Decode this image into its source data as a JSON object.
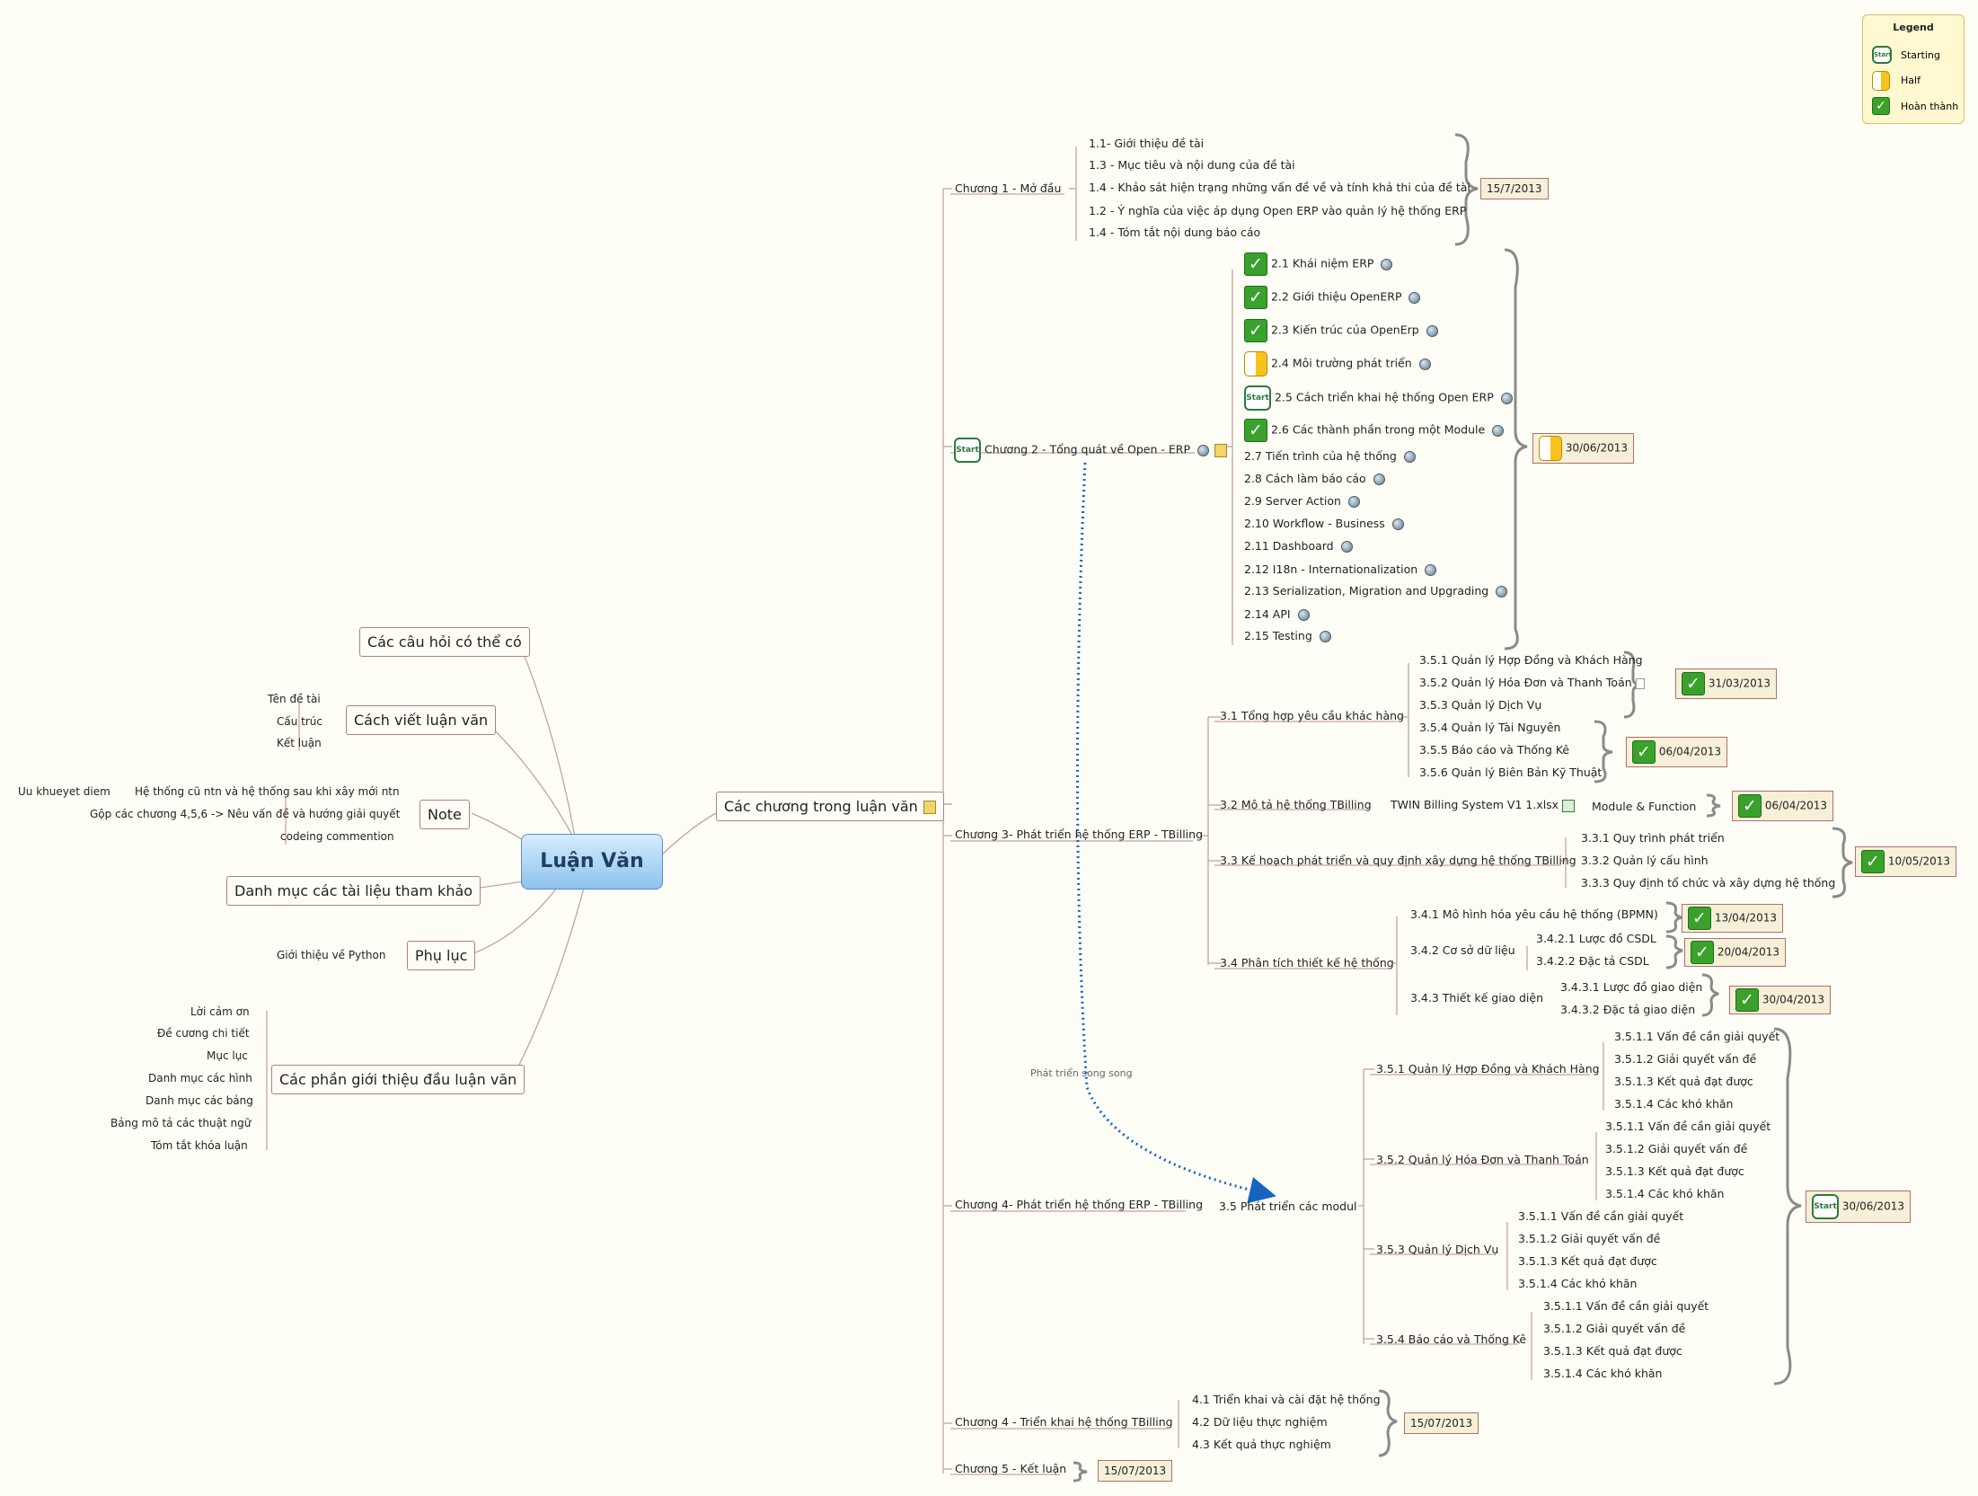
{
  "root": "Luận Văn",
  "left": {
    "questions": "Các câu hỏi có thể có",
    "howto": {
      "label": "Cách viết luận văn",
      "children": [
        "Tên đề tài",
        "Cấu trúc",
        "Kết luận"
      ]
    },
    "note": {
      "label": "Note",
      "children": [
        "Hệ thống cũ ntn và hệ thống sau khi xây mới ntn",
        "Gộp các chương 4,5,6 -> Nêu vấn đề và hướng giải quyết",
        "codeing commention"
      ],
      "sub": "Uu khueyet diem"
    },
    "refs": "Danh mục các tài liệu tham khảo",
    "appendix": {
      "label": "Phụ lục",
      "children": [
        "Giới thiệu về Python"
      ]
    },
    "intro": {
      "label": "Các phần giới thiệu đầu luận văn",
      "children": [
        "Lời cảm ơn",
        "Đề cương chi tiết",
        "Mục lục",
        "Danh mục các hình",
        "Danh mục các bảng",
        "Bảng mô tả các thuật ngữ",
        "Tóm tắt khóa luận"
      ]
    }
  },
  "main": "Các chương trong luận văn",
  "ch1": {
    "label": "Chương 1 - Mở đầu",
    "items": [
      "1.1- Giới thiệu đề tài",
      "1.3 - Mục tiêu và nội dung của đề tài",
      "1.4 - Khảo sát hiện trạng những vấn đề về và tính khả thi của đề tài",
      "1.2  - Ý nghĩa của việc áp dụng Open ERP vào quản lý hệ thống ERP",
      "1.4 - Tóm tắt nội dung báo cáo"
    ],
    "date": "15/7/2013"
  },
  "ch2": {
    "label": "Chương 2 - Tổng quát về Open - ERP",
    "start": "Start",
    "items": [
      "2.1 Khái niệm ERP",
      "2.2 Giới thiệu OpenERP",
      "2.3 Kiến trúc của OpenErp",
      "2.4 Môi trường phát triển",
      "2.5 Cách triển khai hệ thống Open ERP",
      "2.6 Các thành phần trong một Module",
      "2.7 Tiến trình của hệ thống",
      "2.8 Cách làm báo cáo",
      "2.9 Server Action",
      "2.10 Workflow - Business",
      "2.11 Dashboard",
      "2.12 I18n - Internationalization",
      "2.13 Serialization, Migration and Upgrading",
      "2.14 API",
      "2.15 Testing"
    ],
    "date": "30/06/2013"
  },
  "ch3": {
    "label": "Chương 3- Phát triển hệ thống ERP - TBilling",
    "s31": {
      "label": "3.1 Tổng hợp yêu cầu khác hàng",
      "items": [
        "3.5.1 Quản lý Hợp Đồng và Khách Hàng",
        "3.5.2 Quản lý Hóa Đơn và Thanh Toán",
        "3.5.3 Quản lý Dịch Vụ",
        "3.5.4 Quản lý Tài Nguyên",
        "3.5.5 Báo cáo và Thống Kê",
        "3.5.6 Quản lý Biên Bản Kỹ Thuật"
      ],
      "date1": "31/03/2013",
      "date2": "06/04/2013"
    },
    "s32": {
      "label": "3.2 Mô tả hệ thống TBilling",
      "file": "TWIN Billing System V1 1.xlsx",
      "child": "Module & Function",
      "date": "06/04/2013"
    },
    "s33": {
      "label": "3.3 Kế hoạch phát triển và quy định xây dựng hệ thống TBilling",
      "items": [
        "3.3.1 Quy trình phát triển",
        "3.3.2 Quản lý cấu hình",
        "3.3.3 Quy định tổ chức và xây dựng hệ thống"
      ],
      "date": "10/05/2013"
    },
    "s34": {
      "label": "3.4 Phân tích thiết kế hệ thống",
      "a": "3.4.1 Mô hình hóa yêu cầu hệ thống (BPMN)",
      "adate": "13/04/2013",
      "b": "3.4.2 Cơ sở dữ liệu",
      "bitems": [
        "3.4.2.1 Lược đồ CSDL",
        "3.4.2.2 Đặc tả CSDL"
      ],
      "bdate": "20/04/2013",
      "c": "3.4.3 Thiết kế giao diện",
      "citems": [
        "3.4.3.1 Lược đồ giao diện",
        "3.4.3.2 Đặc tả giao diện"
      ],
      "cdate": "30/04/2013"
    }
  },
  "parallel": "Phát triển song song",
  "ch4": {
    "label": "Chương 4- Phát triển hệ thống ERP - TBilling",
    "mod": "3.5 Phát triển các modul",
    "subs": [
      {
        "label": "3.5.1 Quản lý Hợp Đồng và Khách Hàng",
        "items": [
          "3.5.1.1 Vấn đề cần giải quyết",
          "3.5.1.2 Giải quyết vấn đề",
          "3.5.1.3 Kết quả đạt được",
          "3.5.1.4 Các khó khăn"
        ]
      },
      {
        "label": "3.5.2 Quản lý Hóa Đơn và Thanh Toán",
        "items": [
          "3.5.1.1 Vấn đề cần giải quyết",
          "3.5.1.2 Giải quyết vấn đề",
          "3.5.1.3 Kết quả đạt được",
          "3.5.1.4 Các khó khăn"
        ]
      },
      {
        "label": "3.5.3 Quản lý Dịch Vụ",
        "items": [
          "3.5.1.1 Vấn đề cần giải quyết",
          "3.5.1.2 Giải quyết vấn đề",
          "3.5.1.3 Kết quả đạt được",
          "3.5.1.4 Các khó khăn"
        ]
      },
      {
        "label": "3.5.4 Báo cáo và Thống Kê",
        "items": [
          "3.5.1.1 Vấn đề cần giải quyết",
          "3.5.1.2 Giải quyết vấn đề",
          "3.5.1.3 Kết quả đạt được",
          "3.5.1.4 Các khó khăn"
        ]
      }
    ],
    "start": "Start",
    "date": "30/06/2013"
  },
  "ch4b": {
    "label": "Chương 4 - Triển khai hệ thống TBilling",
    "items": [
      "4.1 Triển khai và cài đặt hệ thống",
      "4.2 Dữ liệu thực nghiệm",
      "4.3 Kết quả thực nghiệm"
    ],
    "date": "15/07/2013"
  },
  "ch5": {
    "label": "Chương 5 - Kết luận",
    "date": "15/07/2013"
  },
  "legend": {
    "title": "Legend",
    "items": [
      "Starting",
      "Half",
      "Hoàn thành"
    ],
    "start_icon": "Start"
  },
  "colors": {
    "branch": "#b07a7a",
    "boundary": "#777777",
    "arrow": "#1565c0",
    "root_fill": "#9fd0f5"
  },
  "icons": [
    "check-icon",
    "half-icon",
    "start-icon",
    "globe-icon",
    "note-icon",
    "file-icon"
  ]
}
